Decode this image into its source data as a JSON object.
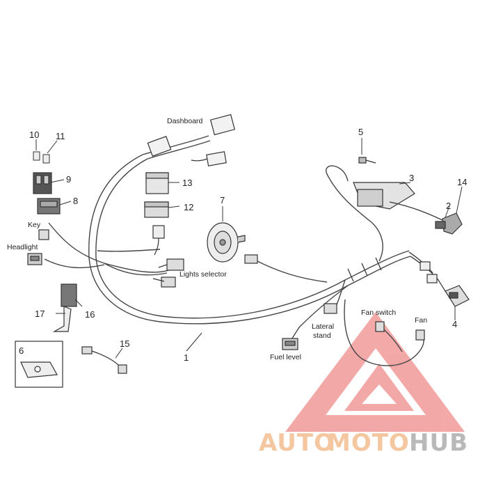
{
  "diagram": {
    "labels": {
      "dashboard": "Dashboard",
      "key": "Key",
      "headlight": "Headlight",
      "lights_selector": "Lights selector",
      "lateral_stand_line1": "Lateral",
      "lateral_stand_line2": "stand",
      "fan_switch": "Fan switch",
      "fan": "Fan",
      "fuel_level": "Fuel level"
    },
    "numbers": {
      "n1": "1",
      "n2": "2",
      "n3": "3",
      "n4": "4",
      "n5": "5",
      "n6": "6",
      "n7": "7",
      "n8": "8",
      "n9": "9",
      "n10": "10",
      "n11": "11",
      "n12": "12",
      "n13": "13",
      "n14": "14",
      "n15": "15",
      "n16": "16",
      "n17": "17"
    }
  },
  "watermark": {
    "part1": "AUTO",
    "part2": "MOTO",
    "part3": "HUB",
    "color_light": "#f5c7a0",
    "color_dark": "#b9b9b9",
    "triangle_color": "#f08c8c"
  }
}
